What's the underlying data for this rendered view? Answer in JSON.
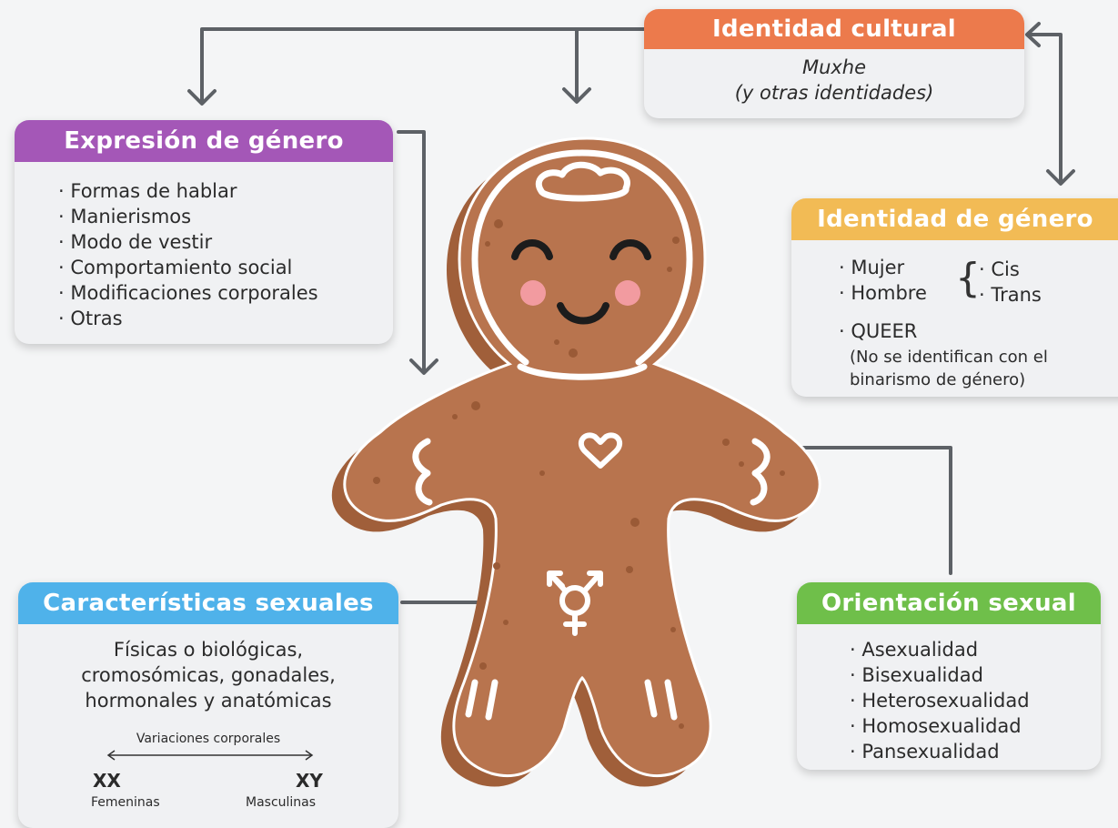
{
  "cultural": {
    "title": "Identidad cultural",
    "line1": "Muxhe",
    "line2": "(y otras identidades)"
  },
  "expresion": {
    "title": "Expresión de género",
    "items": [
      "Formas de hablar",
      "Manierismos",
      "Modo de vestir",
      "Comportamiento social",
      "Modificaciones corporales",
      "Otras"
    ]
  },
  "identidad_genero": {
    "title": "Identidad de género",
    "left": [
      "Mujer",
      "Hombre"
    ],
    "right": [
      "Cis",
      "Trans"
    ],
    "queer": "QUEER",
    "queer_note1": "(No se identifican con el",
    "queer_note2": "binarismo de género)"
  },
  "caracteristicas": {
    "title": "Características sexuales",
    "line1": "Físicas o biológicas,",
    "line2": "cromosómicas, gonadales,",
    "line3": "hormonales y anatómicas",
    "variaciones": "Variaciones corporales",
    "xx": "XX",
    "xy": "XY",
    "femeninas": "Femeninas",
    "masculinas": "Masculinas"
  },
  "orientacion": {
    "title": "Orientación sexual",
    "items": [
      "Asexualidad",
      "Bisexualidad",
      "Heterosexualidad",
      "Homosexualidad",
      "Pansexualidad"
    ]
  },
  "colors": {
    "cultural": "#ec7a4c",
    "expresion": "#a457b7",
    "genero": "#f2bb55",
    "caracteristicas": "#4fb2ea",
    "orientacion": "#6fbf4a",
    "cookie": "#b8744e",
    "cookie_shadow": "#a05f3a",
    "arrow": "#5d6166"
  }
}
